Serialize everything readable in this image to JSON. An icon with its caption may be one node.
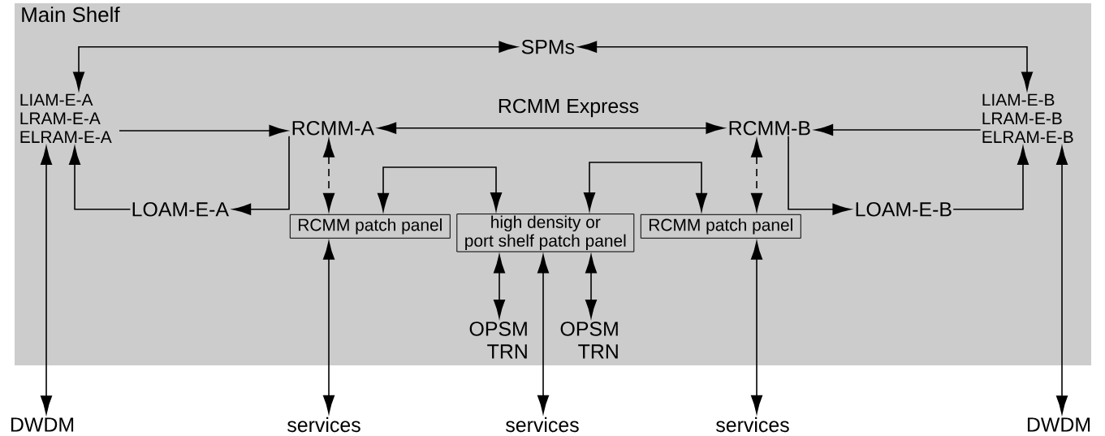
{
  "diagram": {
    "nodes": [
      {
        "text": [
          "Main Shelf"
        ]
      },
      {
        "text": [
          "SPMs"
        ],
        "in": 0
      },
      {
        "text": [
          "LIAM-E-A LRAM-E-A ELRAM-E-A"
        ],
        "in": 0
      },
      {
        "text": [
          "RCMM-A"
        ],
        "in": 0
      },
      {
        "text": [
          "RCMM-B"
        ],
        "in": 0
      },
      {
        "text": [
          "LIAM-E-B LRAM-E-B ELRAM-E-B"
        ],
        "in": 0
      },
      {
        "text": [
          "LOAM-E-A"
        ],
        "in": 0
      },
      {
        "text": [
          "RCMM patch panel"
        ],
        "in": 0
      },
      {
        "text": [
          "high density or port shelf patch panel"
        ],
        "in": 0
      },
      {
        "text": [
          "RCMM patch panel"
        ],
        "in": 0
      },
      {
        "text": [
          "LOAM-E-B"
        ],
        "in": 0
      },
      {
        "text": [
          "OPSM TRN"
        ],
        "in": 0
      },
      {
        "text": [
          "OPSM TRN"
        ],
        "in": 0
      },
      {
        "text": [
          "DWDM"
        ]
      },
      {
        "text": [
          "services"
        ]
      },
      {
        "text": [
          "services"
        ]
      },
      {
        "text": [
          "services"
        ]
      },
      {
        "text": [
          "DWDM"
        ]
      }
    ],
    "edges": [
      {
        "from": 1,
        "to": 2,
        "arrow": "both"
      },
      {
        "from": 1,
        "to": 5,
        "arrow": "both"
      },
      {
        "from": 2,
        "to": 3,
        "arrow": "to"
      },
      {
        "from": 3,
        "to": 4,
        "arrow": "both",
        "label": "RCMM Express"
      },
      {
        "from": 5,
        "to": 4,
        "arrow": "to"
      },
      {
        "from": 3,
        "to": 6,
        "arrow": "to"
      },
      {
        "from": 6,
        "to": 2,
        "arrow": "to"
      },
      {
        "from": 3,
        "to": 7,
        "arrow": "both",
        "style": "dashed"
      },
      {
        "from": 7,
        "to": 8,
        "arrow": "both"
      },
      {
        "from": 8,
        "to": 9,
        "arrow": "both"
      },
      {
        "from": 4,
        "to": 9,
        "arrow": "both",
        "style": "dashed"
      },
      {
        "from": 4,
        "to": 10,
        "arrow": "to"
      },
      {
        "from": 10,
        "to": 5,
        "arrow": "to"
      },
      {
        "from": 2,
        "to": 13,
        "arrow": "both"
      },
      {
        "from": 5,
        "to": 17,
        "arrow": "both"
      },
      {
        "from": 7,
        "to": 14,
        "arrow": "both"
      },
      {
        "from": 8,
        "to": 11,
        "arrow": "both"
      },
      {
        "from": 8,
        "to": 15,
        "arrow": "both"
      },
      {
        "from": 8,
        "to": 12,
        "arrow": "both"
      },
      {
        "from": 9,
        "to": 16,
        "arrow": "both"
      }
    ]
  }
}
